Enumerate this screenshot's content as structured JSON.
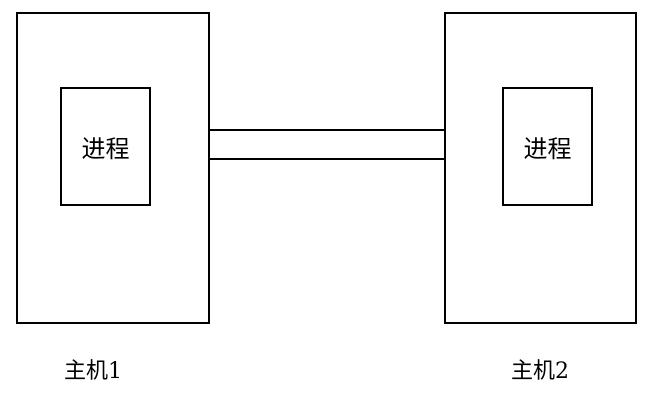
{
  "diagram": {
    "host1": {
      "label": "主机1",
      "process_label": "进程"
    },
    "host2": {
      "label": "主机2",
      "process_label": "进程"
    }
  }
}
